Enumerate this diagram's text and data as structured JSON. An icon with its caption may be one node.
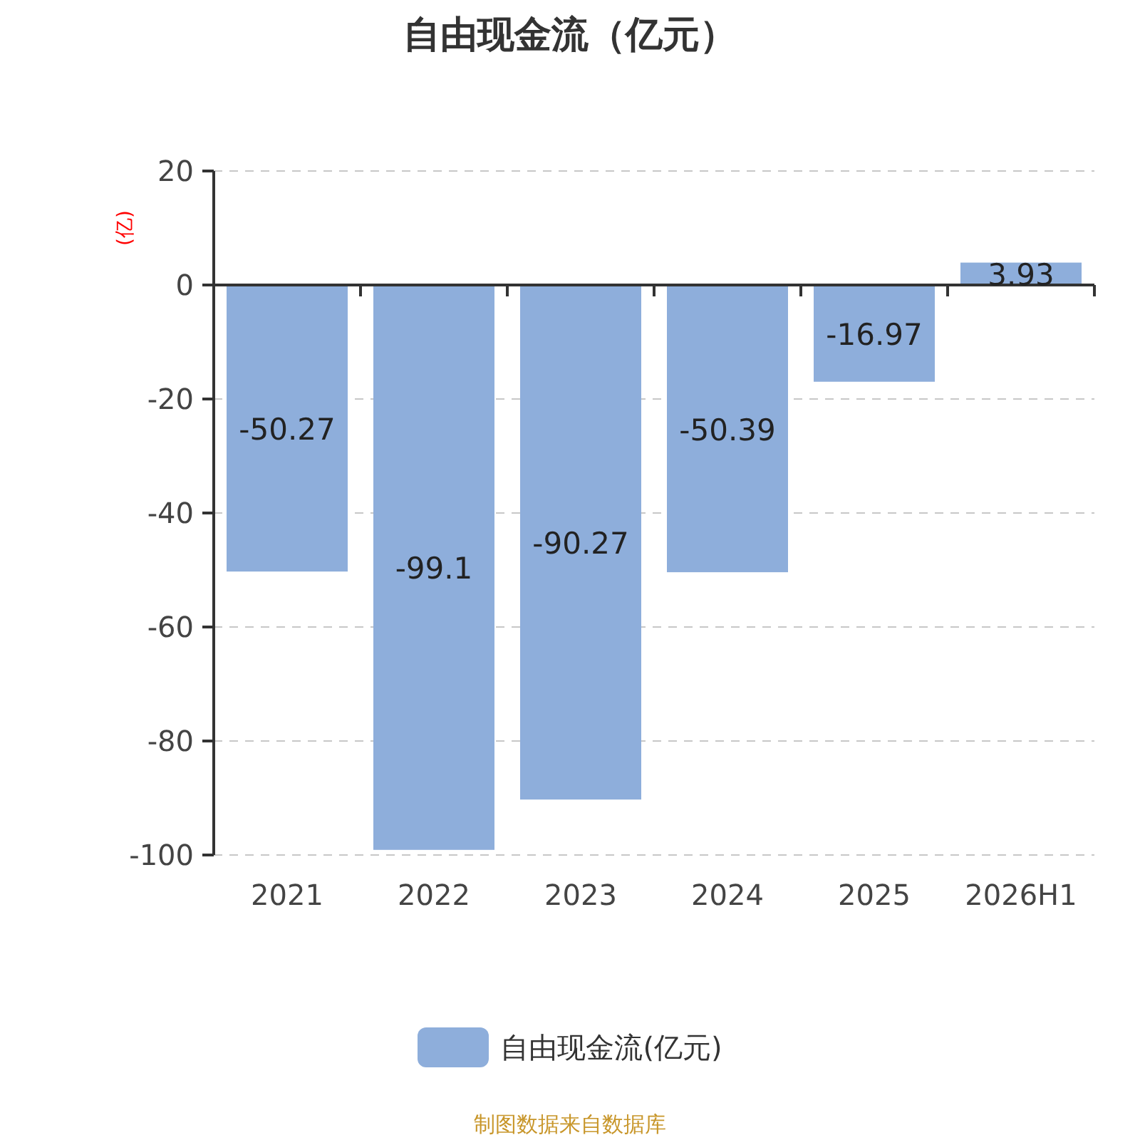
{
  "diagram": {
    "title": "自由现金流（亿元）",
    "caption": "制图数据来自数据库",
    "chart_data": {
      "type": "bar",
      "ylabel": "(亿)",
      "categories": [
        "2021",
        "2022",
        "2023",
        "2024",
        "2025",
        "2026H1"
      ],
      "series": [
        {
          "name": "自由现金流(亿元)",
          "color": "#8eaedb",
          "values": [
            -50.27,
            -99.1,
            -90.27,
            -50.39,
            -16.97,
            3.93
          ]
        }
      ],
      "ylim": [
        -100,
        20
      ],
      "yticks": [
        -100,
        -80,
        -60,
        -40,
        -20,
        0,
        20
      ],
      "grid": true,
      "data_labels": true
    }
  }
}
